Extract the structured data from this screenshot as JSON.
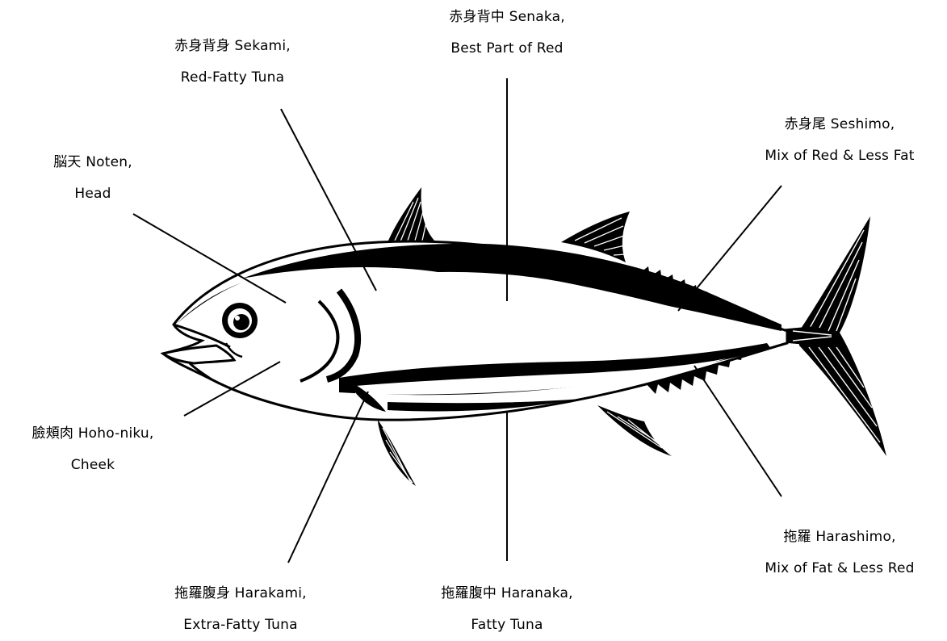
{
  "diagram": {
    "subject": "tuna cuts diagram",
    "line_color": "#000000",
    "fill_color": "#000000",
    "background": "#ffffff",
    "labels": {
      "senaka": {
        "line1": "赤身背中 Senaka,",
        "line2": "Best Part of Red"
      },
      "sekami": {
        "line1": "赤身背身 Sekami,",
        "line2": "Red-Fatty Tuna"
      },
      "noten": {
        "line1": "脳天 Noten,",
        "line2": "Head"
      },
      "seshimo": {
        "line1": "赤身尾 Seshimo,",
        "line2": "Mix of Red & Less Fat"
      },
      "hohoniku": {
        "line1": "臉頰肉 Hoho-niku,",
        "line2": "Cheek"
      },
      "harashimo": {
        "line1": "拖羅 Harashimo,",
        "line2": "Mix of Fat & Less Red"
      },
      "harakami": {
        "line1": "拖羅腹身 Harakami,",
        "line2": "Extra-Fatty Tuna"
      },
      "haranaka": {
        "line1": "拖羅腹中 Haranaka,",
        "line2": "Fatty Tuna"
      }
    }
  }
}
